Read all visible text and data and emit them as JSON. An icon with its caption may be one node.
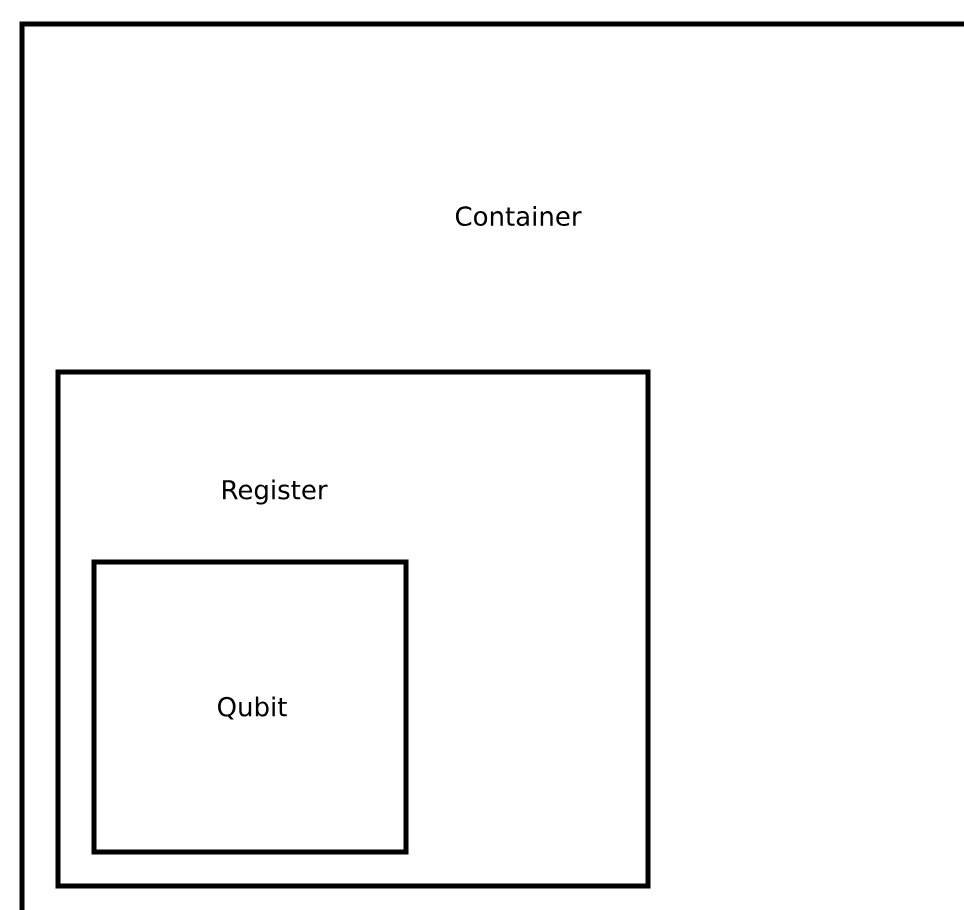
{
  "diagram": {
    "nodes": [
      {
        "text": [
          "Container"
        ]
      },
      {
        "text": [
          "Register"
        ],
        "in": 0
      },
      {
        "text": [
          "Qubit"
        ],
        "in": 1
      }
    ]
  }
}
